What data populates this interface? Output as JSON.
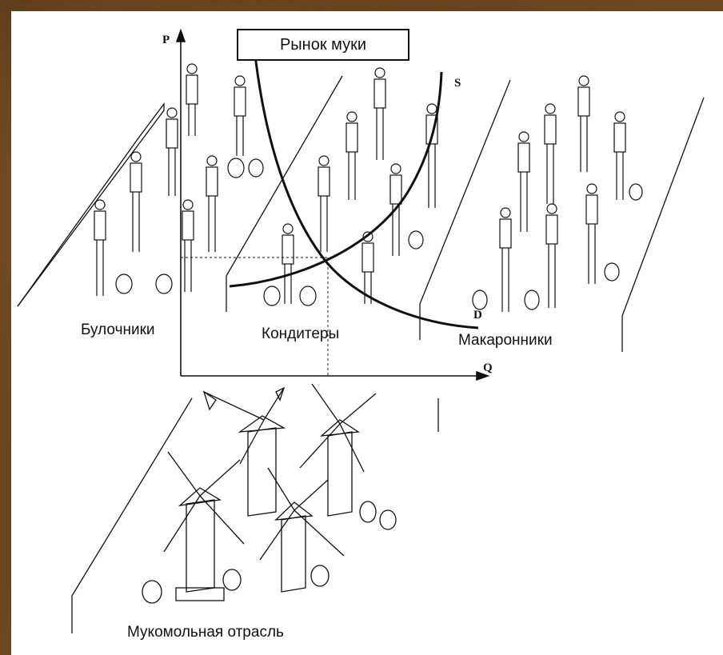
{
  "diagram": {
    "title": "Рынок муки",
    "axis_p": "P",
    "axis_q": "Q",
    "curve_s": "S",
    "curve_d": "D",
    "segments": {
      "bakers": "Булочники",
      "confectioners": "Кондитеры",
      "pasta_makers": "Макаронники",
      "flour_industry": "Мукомольная отрасль"
    }
  },
  "colors": {
    "ink": "#111111",
    "background_frame": "#5a3a1c"
  }
}
